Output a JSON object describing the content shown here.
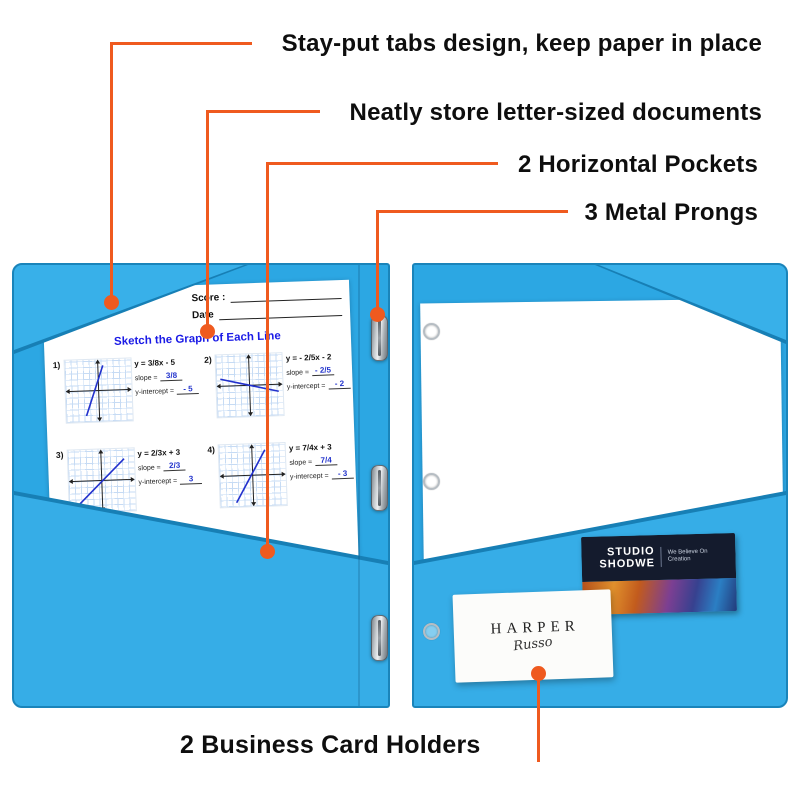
{
  "colors": {
    "accent_orange": "#EF5A1F",
    "folder_blue": "#2CA7E3",
    "card_navy": "#141B2D",
    "worksheet_blue": "#1A1AE6"
  },
  "callouts": {
    "stay_put": "Stay-put tabs design, keep paper in place",
    "letter_size": "Neatly store letter-sized documents",
    "pockets": "2 Horizontal Pockets",
    "prongs": "3 Metal Prongs",
    "card_holders": "2 Business Card Holders"
  },
  "worksheet": {
    "score_label": "Score :",
    "date_label": "Date",
    "title": "Sketch the Graph of Each Line",
    "problems": [
      {
        "num": "1)",
        "equation": "y = 3/8x - 5",
        "slope_label": "slope =",
        "slope": "3/8",
        "yint_label": "y-intercept =",
        "yint": "- 5"
      },
      {
        "num": "2)",
        "equation": "y = - 2/5x - 2",
        "slope_label": "slope =",
        "slope": "- 2/5",
        "yint_label": "y-intercept =",
        "yint": "- 2"
      },
      {
        "num": "3)",
        "equation": "y = 2/3x + 3",
        "slope_label": "slope =",
        "slope": "2/3",
        "yint_label": "y-intercept =",
        "yint": "3"
      },
      {
        "num": "4)",
        "equation": "y = 7/4x + 3",
        "slope_label": "slope =",
        "slope": "7/4",
        "yint_label": "y-intercept =",
        "yint": "- 3"
      }
    ]
  },
  "cards": {
    "studio": {
      "name_line1": "STUDIO",
      "name_line2": "SHODWE",
      "tagline": "We Believe On Creation"
    },
    "harper": {
      "name": "HARPER",
      "signature": "Russo"
    }
  }
}
